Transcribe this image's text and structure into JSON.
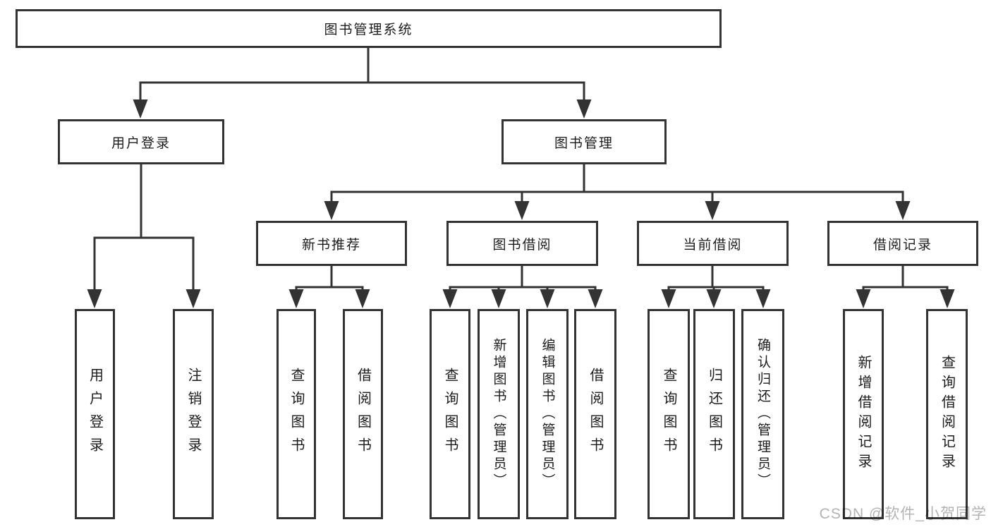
{
  "nodes": {
    "root": "图书管理系统",
    "user_login": "用户登录",
    "book_management": "图书管理",
    "new_book_recommendation": "新书推荐",
    "book_borrowing": "图书借阅",
    "current_borrowing": "当前借阅",
    "borrowing_records": "借阅记录",
    "leaf_user_login": "用户登录",
    "leaf_logout": "注销登录",
    "leaf_nb_query_books": "查询图书",
    "leaf_nb_borrow_books": "借阅图书",
    "leaf_bb_query_books": "查询图书",
    "leaf_bb_add_books": "新增图书（管理员）",
    "leaf_bb_edit_books": "编辑图书（管理员）",
    "leaf_bb_borrow_books": "借阅图书",
    "leaf_cb_query_books": "查询图书",
    "leaf_cb_return_books": "归还图书",
    "leaf_cb_confirm_return": "确认归还（管理员）",
    "leaf_br_add_record": "新增借阅记录",
    "leaf_br_query_record": "查询借阅记录"
  },
  "watermark": "CSDN @软件_小贺同学",
  "colors": {
    "line": "#333333",
    "box_border": "#333333",
    "text": "#1c1c1c",
    "watermark": "#b3b3b3",
    "background": "#ffffff"
  }
}
